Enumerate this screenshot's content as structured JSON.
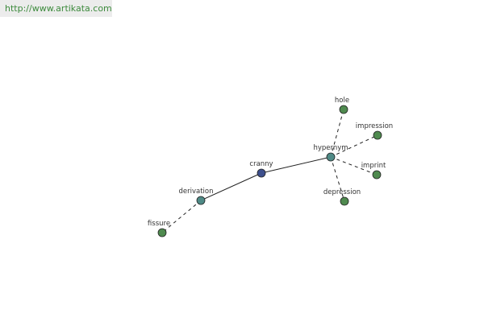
{
  "source_url": "http://www.artikata.com",
  "colors": {
    "center": "#3d4f8c",
    "hub": "#4f8a86",
    "leaf": "#4f8a4f"
  },
  "graph": {
    "nodes": [
      {
        "id": "cranny",
        "label": "cranny",
        "kind": "center"
      },
      {
        "id": "hypernym",
        "label": "hypernym",
        "kind": "hub"
      },
      {
        "id": "derivation",
        "label": "derivation",
        "kind": "hub"
      },
      {
        "id": "hole",
        "label": "hole",
        "kind": "leaf"
      },
      {
        "id": "impression",
        "label": "impression",
        "kind": "leaf"
      },
      {
        "id": "imprint",
        "label": "imprint",
        "kind": "leaf"
      },
      {
        "id": "depression",
        "label": "depression",
        "kind": "leaf"
      },
      {
        "id": "fissure",
        "label": "fissure",
        "kind": "leaf"
      }
    ],
    "edges": [
      {
        "from": "cranny",
        "to": "hypernym",
        "style": "solid"
      },
      {
        "from": "cranny",
        "to": "derivation",
        "style": "solid"
      },
      {
        "from": "hypernym",
        "to": "hole",
        "style": "dashed"
      },
      {
        "from": "hypernym",
        "to": "impression",
        "style": "dashed"
      },
      {
        "from": "hypernym",
        "to": "imprint",
        "style": "dashed"
      },
      {
        "from": "hypernym",
        "to": "depression",
        "style": "dashed"
      },
      {
        "from": "derivation",
        "to": "fissure",
        "style": "dashed"
      }
    ]
  }
}
